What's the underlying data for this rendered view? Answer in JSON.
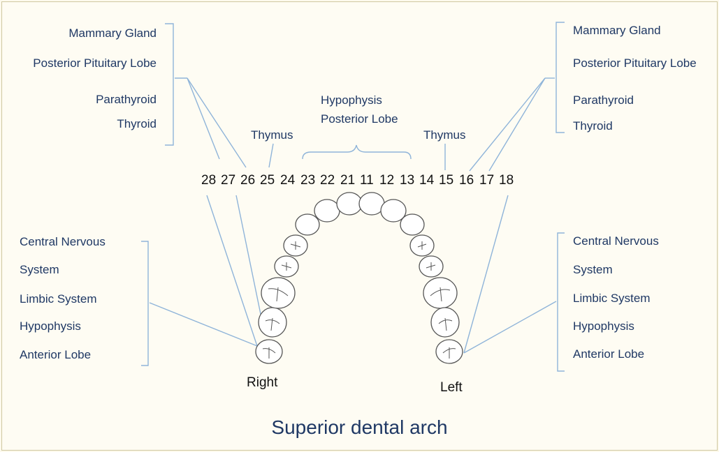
{
  "diagram": {
    "title": "Superior dental arch",
    "side_labels": {
      "right": "Right",
      "left": "Left"
    },
    "tooth_numbers": [
      "28",
      "27",
      "26",
      "25",
      "24",
      "23",
      "22",
      "21",
      "11",
      "12",
      "13",
      "14",
      "15",
      "16",
      "17",
      "18"
    ],
    "upper_left_group": [
      "Mammary Gland",
      "Posterior Pituitary Lobe",
      "Parathyroid",
      "Thyroid"
    ],
    "upper_right_group": [
      "Mammary Gland",
      "Posterior Pituitary Lobe",
      "Parathyroid",
      "Thyroid"
    ],
    "lower_left_group": [
      "Central Nervous",
      "System",
      "Limbic System",
      "Hypophysis",
      "Anterior Lobe"
    ],
    "lower_right_group": [
      "Central Nervous",
      "System",
      "Limbic System",
      "Hypophysis",
      "Anterior Lobe"
    ],
    "thymus_left": "Thymus",
    "thymus_right": "Thymus",
    "hypophysis_line1": "Hypophysis",
    "hypophysis_line2": "Posterior Lobe",
    "colors": {
      "text": "#1f3864",
      "lines": "#8fb4d9",
      "tooth_outline": "#555555"
    }
  }
}
